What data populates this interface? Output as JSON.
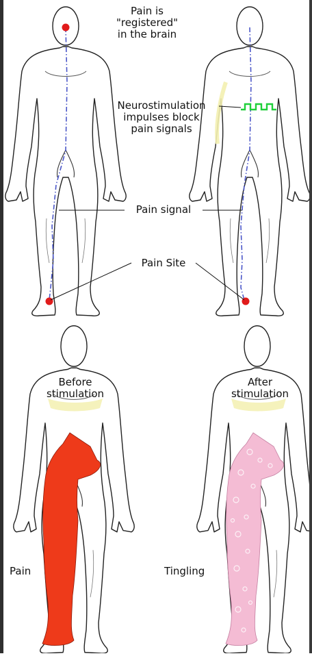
{
  "labels": {
    "brain_line1": "Pain is",
    "brain_line2": "\"registered\"",
    "brain_line3": "in the brain",
    "neuro_line1": "Neurostimulation",
    "neuro_line2": "impulses block",
    "neuro_line3": "pain signals",
    "pain_signal": "Pain signal",
    "pain_site": "Pain Site",
    "before_line1": "Before",
    "before_line2": "stimulation",
    "after_line1": "After",
    "after_line2": "stimulation",
    "pain": "Pain",
    "tingling": "Tingling"
  },
  "colors": {
    "pain_point": "#e11b1b",
    "signal_path": "#4a56c8",
    "stimulation": "#1fcf3a",
    "pain_region": "#ee3a1a",
    "tingling_region": "#f4bcd4",
    "neck_highlight": "#f3f0b0",
    "frame": "#2f2f2f"
  }
}
